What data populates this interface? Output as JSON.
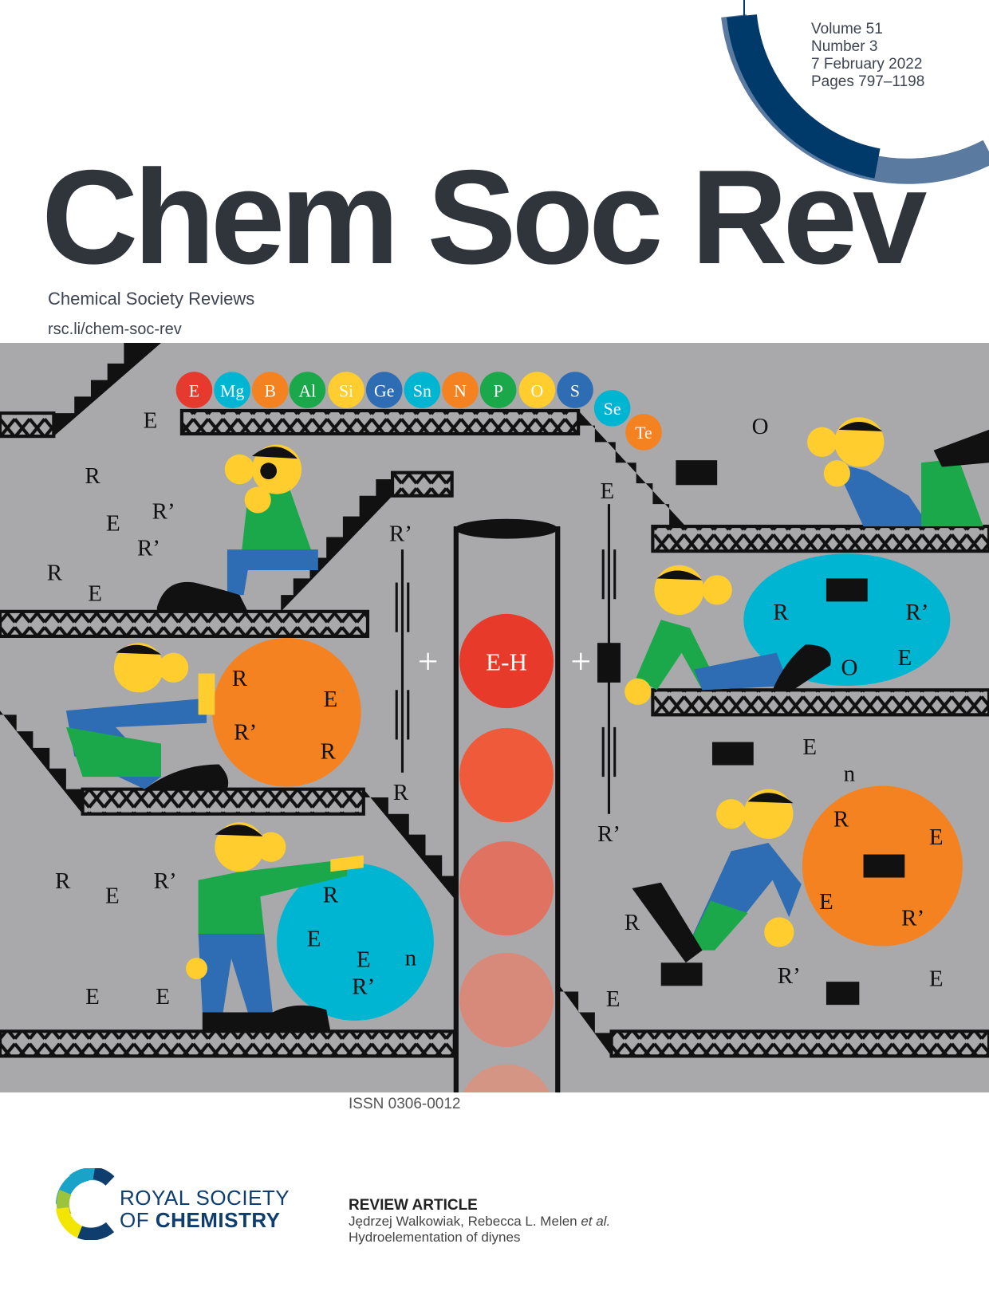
{
  "issue": {
    "volume": "Volume 51",
    "number": "Number 3",
    "date": "7 February 2022",
    "pages": "Pages 797–1198"
  },
  "journal": {
    "title": "Chem Soc Rev",
    "subtitle": "Chemical Society Reviews",
    "url": "rsc.li/chem-soc-rev"
  },
  "illustration": {
    "elements": [
      {
        "label": "E",
        "color": "#e63a2e"
      },
      {
        "label": "Mg",
        "color": "#00b5d1"
      },
      {
        "label": "B",
        "color": "#f58220"
      },
      {
        "label": "Al",
        "color": "#1aa84a"
      },
      {
        "label": "Si",
        "color": "#ffcd2e"
      },
      {
        "label": "Ge",
        "color": "#2e6db4"
      },
      {
        "label": "Sn",
        "color": "#00b5d1"
      },
      {
        "label": "N",
        "color": "#f58220"
      },
      {
        "label": "P",
        "color": "#1aa84a"
      },
      {
        "label": "O",
        "color": "#ffcd2e"
      },
      {
        "label": "S",
        "color": "#2e6db4"
      },
      {
        "label": "Se",
        "color": "#00b5d1"
      },
      {
        "label": "Te",
        "color": "#f58220"
      }
    ],
    "reagent": "E-H",
    "plus": "+",
    "labels": [
      "E",
      "R",
      "R’",
      "E",
      "R",
      "R’",
      "E",
      "R",
      "R’",
      "E",
      "R",
      "R’",
      "R",
      "E",
      "R’",
      "R",
      "R’",
      "E",
      "E",
      "O",
      "R",
      "R’",
      "E",
      "O",
      "E",
      "n",
      "R",
      "E",
      "E",
      "R’",
      "R",
      "E",
      "R’",
      "E",
      "E",
      "R",
      "R’",
      "E",
      "E",
      "n"
    ]
  },
  "issn": "ISSN 0306-0012",
  "publisher": {
    "line1": "ROYAL SOCIETY",
    "line2_prefix": "OF ",
    "line2_bold": "CHEMISTRY"
  },
  "article": {
    "type": "REVIEW ARTICLE",
    "authors": "Jędrzej Walkowiak, Rebecca L. Melen ",
    "authors_suffix": "et al.",
    "title": "Hydroelementation of diynes"
  },
  "colors": {
    "navy": "#003a6b",
    "slate": "#5b7aa0",
    "panel": "#a9a9ab"
  }
}
